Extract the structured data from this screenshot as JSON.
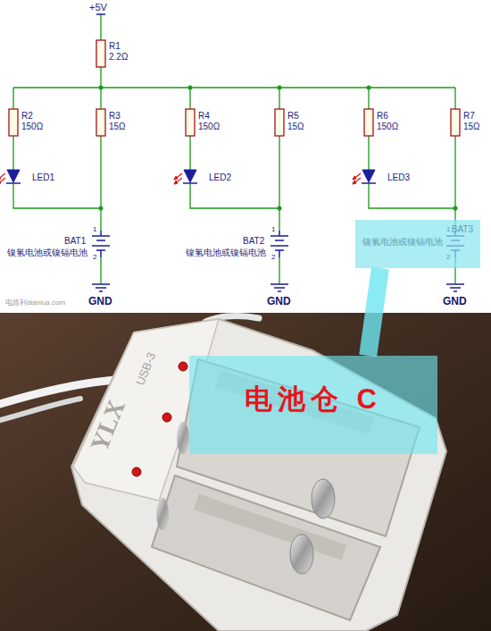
{
  "diagram": {
    "nodes": [
      {
        "text": [
          "BAT3",
          "镍氢电池或镍镉电池"
        ]
      },
      {
        "text": [
          "电池仓 C"
        ]
      }
    ],
    "edges": [
      {
        "from": 0,
        "to": 1,
        "arrow": "none"
      }
    ],
    "labels": [
      "+5V",
      "R1",
      "2.2Ω",
      "R2",
      "150Ω",
      "R3",
      "15Ω",
      "LED1",
      "R4",
      "150Ω",
      "R5",
      "15Ω",
      "LED2",
      "R6",
      "150Ω",
      "R7",
      "15Ω",
      "LED3",
      "1",
      "2",
      "BAT1",
      "镍氢电池或镍镉电池",
      "1",
      "2",
      "BAT2",
      "镍氢电池或镍镉电池",
      "1",
      "2",
      "GND",
      "GND",
      "GND",
      "电路利dianlua.com",
      "USB-3",
      "YLX"
    ]
  }
}
